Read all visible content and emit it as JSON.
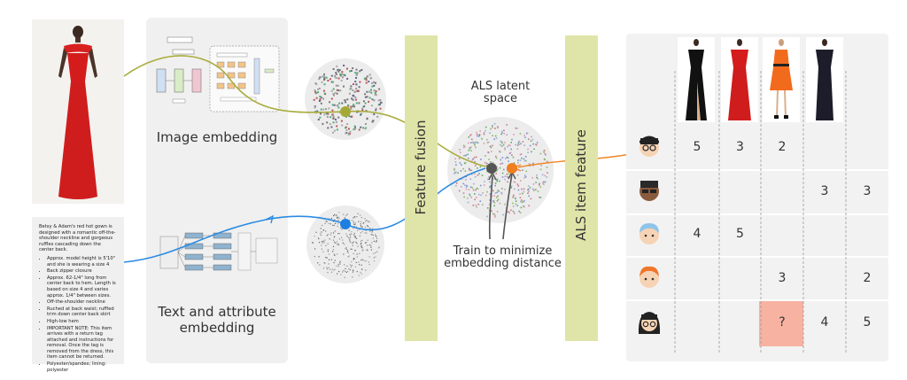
{
  "captions": {
    "image_embedding": "Image embedding",
    "text_embedding_line1": "Text and attribute",
    "text_embedding_line2": "embedding",
    "feature_fusion": "Feature fusion",
    "als_item_feature": "ALS item feature",
    "latent_line1": "ALS latent",
    "latent_line2": "space",
    "train_line1": "Train to minimize",
    "train_line2": "embedding distance"
  },
  "description": {
    "intro": "Betsy & Adam's red hot gown is designed with a romantic off-the-shoulder neckline and gorgeous ruffles cascading down the center back.",
    "bullets": [
      "Approx. model height is 5'10\" and she is wearing a size 4",
      "Back zipper closure",
      "Approx. 62-1/4\" long from center back to hem. Length is based on size 4 and varies approx. 1/4\" between sizes.",
      "Off-the-shoulder neckline",
      "Ruched at back waist; ruffled trim down center back skirt",
      "High-low hem",
      "IMPORTANT NOTE: This item arrives with a return tag attached and instructions for removal. Once the tag is removed from the dress, this item cannot be returned.",
      "Polyester/spandex; lining: polyester"
    ]
  },
  "matrix": {
    "rows": [
      {
        "user": "user-1",
        "cells": [
          "5",
          "3",
          "2",
          "",
          ""
        ]
      },
      {
        "user": "user-2",
        "cells": [
          "",
          "",
          "",
          "3",
          "3"
        ]
      },
      {
        "user": "user-3",
        "cells": [
          "4",
          "5",
          "",
          "",
          ""
        ]
      },
      {
        "user": "user-4",
        "cells": [
          "",
          "",
          "3",
          "",
          "2"
        ]
      },
      {
        "user": "user-5",
        "cells": [
          "",
          "",
          "?",
          "4",
          "5"
        ]
      }
    ]
  },
  "colors": {
    "bar": "#dfe5a8",
    "image_dot": "#a3a837",
    "text_dot": "#1e7fe0",
    "als_dot": "#f07d1f",
    "fused_dot": "#555555",
    "query_cell": "#f7b2a1",
    "green_curve": "#a9ad3c",
    "blue_curve": "#2b8be3",
    "orange_curve": "#f0892b"
  }
}
